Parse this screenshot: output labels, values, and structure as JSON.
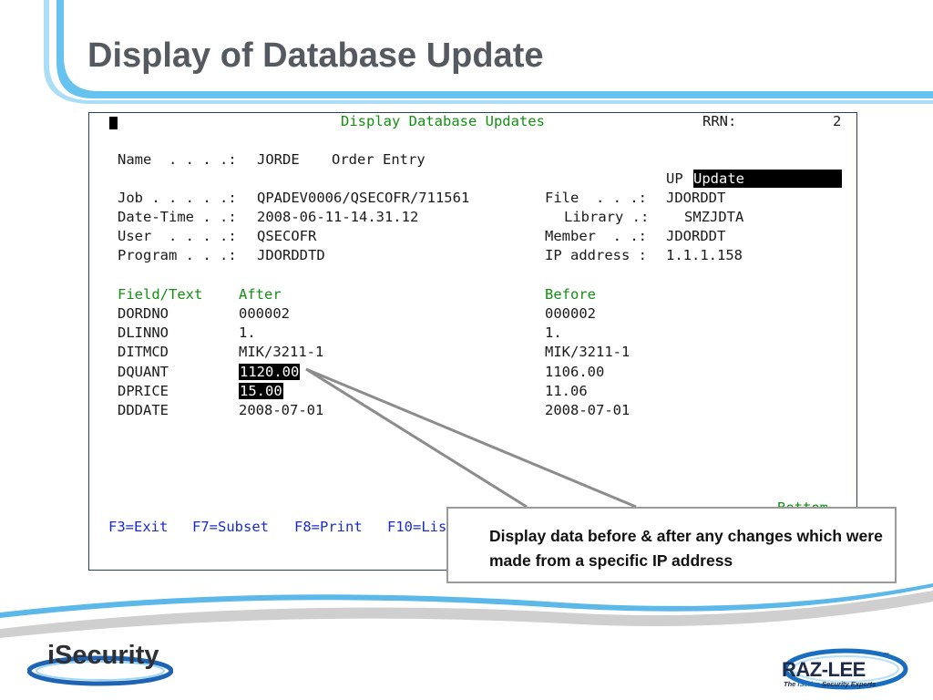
{
  "slide": {
    "title": "Display of Database Update",
    "callout": "Display data before & after any changes which were made from a specific IP address",
    "logo_left": "iSecurity",
    "logo_right": "RAZ-LEE",
    "logo_right_tm": "™",
    "logo_right_sub_prefix": "The ",
    "logo_right_sub_accent": "iSeries",
    "logo_right_sub_rest": " Security Experts"
  },
  "terminal": {
    "header_title": "Display Database Updates",
    "rrn_label": "RRN:",
    "rrn_value": "2",
    "name_label": "Name  . . . .:",
    "name_value": "JORDE",
    "name_desc": "Order Entry",
    "op_code": "UP",
    "op_desc": "Update",
    "job_label": "Job . . . . .:",
    "job_value": "QPADEV0006/QSECOFR/711561",
    "datetime_label": "Date-Time . .:",
    "datetime_value": "2008-06-11-14.31.12",
    "user_label": "User  . . . .:",
    "user_value": "QSECOFR",
    "program_label": "Program . . .:",
    "program_value": "JDORDDTD",
    "file_label": "File  . . .:",
    "file_value": "JDORDDT",
    "library_label": "Library .:",
    "library_value": "SMZJDTA",
    "member_label": "Member  . .:",
    "member_value": "JDORDDT",
    "ip_label": "IP address :",
    "ip_value": "1.1.1.158",
    "col_field": "Field/Text",
    "col_after": "After",
    "col_before": "Before",
    "rows": [
      {
        "field": "DORDNO",
        "after": "000002",
        "before": "000002"
      },
      {
        "field": "DLINNO",
        "after": "1.",
        "before": "1."
      },
      {
        "field": "DITMCD",
        "after": "MIK/3211-1",
        "before": "MIK/3211-1"
      },
      {
        "field": "DQUANT",
        "after": "1120.00",
        "before": "1106.00"
      },
      {
        "field": "DPRICE",
        "after": "15.00",
        "before": "11.06"
      },
      {
        "field": "DDDATE",
        "after": "2008-07-01",
        "before": "2008-07-01"
      }
    ],
    "bottom_indicator": "Bottom",
    "fkeys": [
      "F3=Exit",
      "F7=Subset",
      "F8=Print",
      "F10=Lis"
    ]
  },
  "colors": {
    "accent_blue": "#5bb8e8",
    "terminal_green": "#129012",
    "terminal_blue": "#1a2cc8"
  }
}
